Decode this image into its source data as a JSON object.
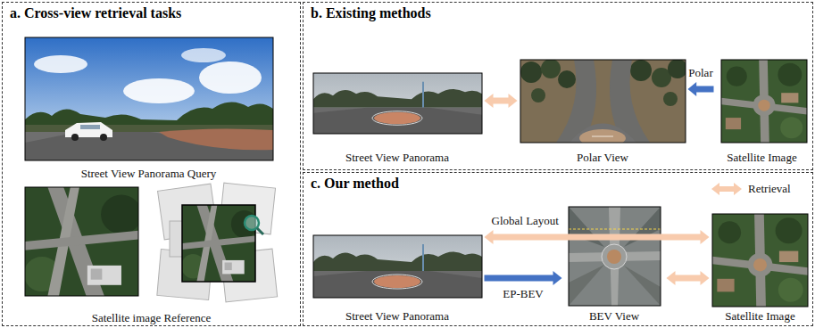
{
  "diagram": {
    "nodes": [
      {
        "text": [
          "a. Cross-view retrieval tasks"
        ]
      },
      {
        "text": [
          "Street View Panorama Query"
        ],
        "in": 0
      },
      {
        "text": [
          "Satellite image Reference"
        ],
        "in": 0
      },
      {
        "text": [
          "b. Existing methods"
        ]
      },
      {
        "text": [
          "Street View Panorama"
        ],
        "in": 3
      },
      {
        "text": [
          "Polar View"
        ],
        "in": 3
      },
      {
        "text": [
          "Satellite Image"
        ],
        "in": 3
      },
      {
        "text": [
          "c. Our method"
        ]
      },
      {
        "text": [
          "Street View Panorama"
        ],
        "in": 7
      },
      {
        "text": [
          "BEV View"
        ],
        "in": 7
      },
      {
        "text": [
          "Satellite Image"
        ],
        "in": 7
      }
    ],
    "edges": [
      {
        "from": 4,
        "to": 5,
        "arrow": "both"
      },
      {
        "from": 6,
        "to": 5,
        "label": "Polar",
        "arrow": "to"
      },
      {
        "from": 8,
        "to": 10,
        "label": "Global Layout",
        "arrow": "both"
      },
      {
        "from": 8,
        "to": 9,
        "label": "EP-BEV",
        "arrow": "to"
      },
      {
        "from": 9,
        "to": 10,
        "arrow": "both"
      }
    ],
    "legend": [
      {
        "text": "Retrieval"
      }
    ]
  }
}
